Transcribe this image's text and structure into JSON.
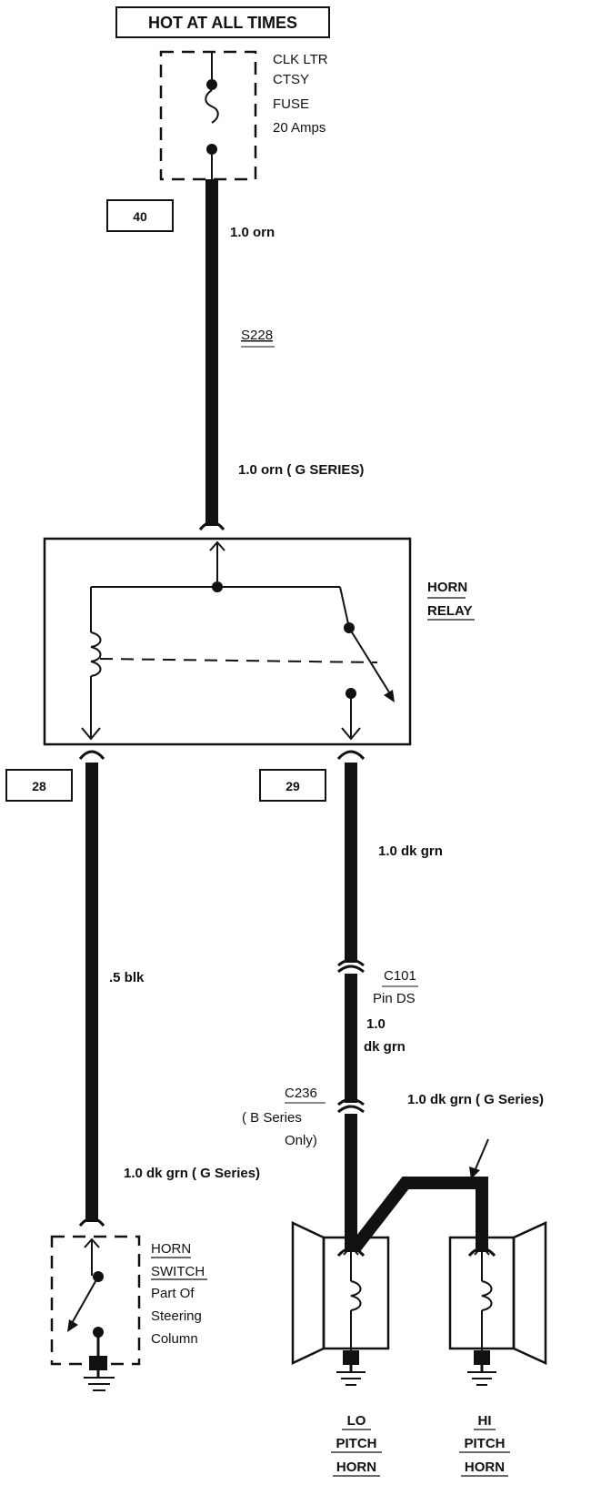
{
  "header": {
    "hot_label": "HOT AT ALL TIMES"
  },
  "fuse": {
    "line1": "CLK LTR",
    "line2": "CTSY",
    "line3": "FUSE",
    "line4": "20 Amps"
  },
  "circuits": {
    "c40": "40",
    "c28": "28",
    "c29": "29"
  },
  "wires": {
    "top_upper": "1.0 orn",
    "splice": "S228",
    "top_lower": "1.0 orn   ( G SERIES)",
    "right_upper": "1.0 dk grn",
    "left": ".5 blk",
    "right_mid_1": "1.0",
    "right_mid_2": "dk grn",
    "hi_branch": "1.0 dk grn  ( G   Series)",
    "left_lower": "1.0 dk grn  ( G  Series)"
  },
  "relay": {
    "line1": "HORN",
    "line2": "RELAY"
  },
  "connectors": {
    "c101": "C101",
    "c101_pin": "Pin DS",
    "c236": "C236",
    "c236_note1": "( B   Series",
    "c236_note2": "Only)"
  },
  "horn_switch": {
    "line1": "HORN",
    "line2": "SWITCH",
    "line3": "Part Of",
    "line4": "Steering",
    "line5": "Column"
  },
  "lo_horn": {
    "line1": "LO",
    "line2": "PITCH",
    "line3": "HORN"
  },
  "hi_horn": {
    "line1": "HI",
    "line2": "PITCH",
    "line3": "HORN"
  }
}
